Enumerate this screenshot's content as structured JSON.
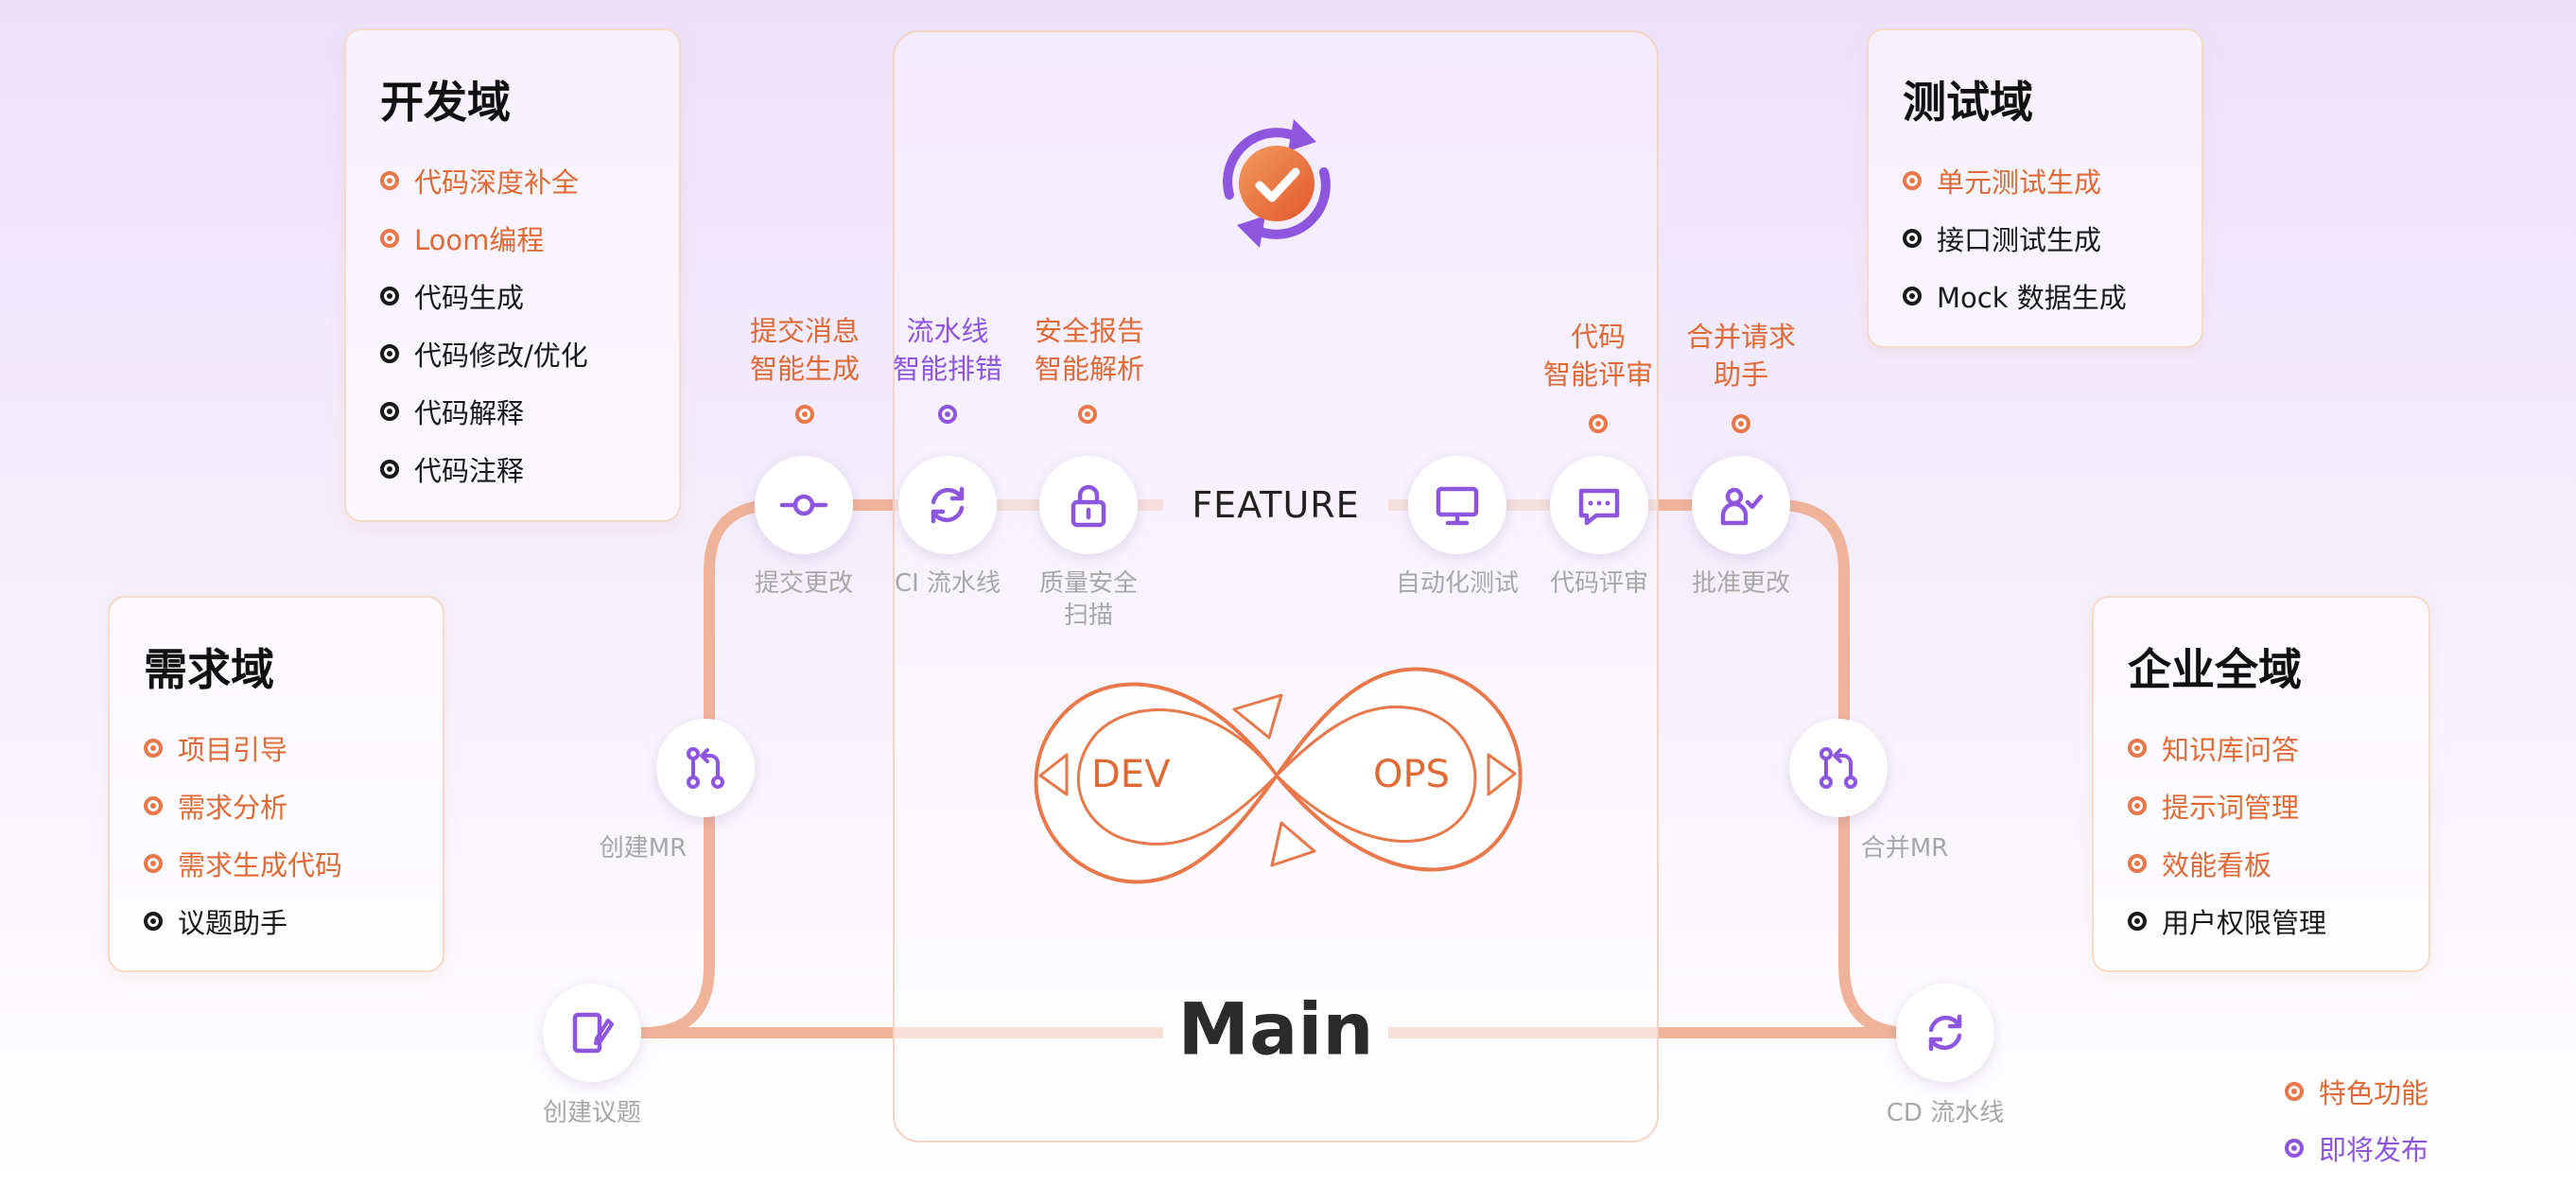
{
  "domains": {
    "dev": {
      "title": "开发域",
      "items": [
        {
          "label": "代码深度补全",
          "feature": true
        },
        {
          "label": "Loom编程",
          "feature": true
        },
        {
          "label": "代码生成",
          "feature": false
        },
        {
          "label": "代码修改/优化",
          "feature": false
        },
        {
          "label": "代码解释",
          "feature": false
        },
        {
          "label": "代码注释",
          "feature": false
        }
      ]
    },
    "test": {
      "title": "测试域",
      "items": [
        {
          "label": "单元测试生成",
          "feature": true
        },
        {
          "label": "接口测试生成",
          "feature": false
        },
        {
          "label": "Mock 数据生成",
          "feature": false
        }
      ]
    },
    "req": {
      "title": "需求域",
      "items": [
        {
          "label": "项目引导",
          "feature": true
        },
        {
          "label": "需求分析",
          "feature": true
        },
        {
          "label": "需求生成代码",
          "feature": true
        },
        {
          "label": "议题助手",
          "feature": false
        }
      ]
    },
    "ent": {
      "title": "企业全域",
      "items": [
        {
          "label": "知识库问答",
          "feature": true
        },
        {
          "label": "提示词管理",
          "feature": true
        },
        {
          "label": "效能看板",
          "feature": true
        },
        {
          "label": "用户权限管理",
          "feature": false
        }
      ]
    }
  },
  "pipeline": {
    "feature_label": "FEATURE",
    "main_label": "Main",
    "nodes": {
      "commit": "提交更改",
      "ci": "CI 流水线",
      "scan": "质量安全\n扫描",
      "autotest": "自动化测试",
      "review": "代码评审",
      "approve": "批准更改",
      "create_mr": "创建MR",
      "merge_mr": "合并MR",
      "create_issue": "创建议题",
      "cd": "CD 流水线"
    },
    "ai_features": {
      "commit_msg": "提交消息\n智能生成",
      "pipeline_debug": "流水线\n智能排错",
      "security_report": "安全报告\n智能解析",
      "code_review": "代码\n智能评审",
      "merge_assist": "合并请求\n助手"
    }
  },
  "devops": {
    "dev": "DEV",
    "ops": "OPS"
  },
  "legend": {
    "feature": "特色功能",
    "upcoming": "即将发布"
  },
  "colors": {
    "orange": "#e8774a",
    "purple": "#8e55df",
    "pipe": "#efb39a"
  }
}
